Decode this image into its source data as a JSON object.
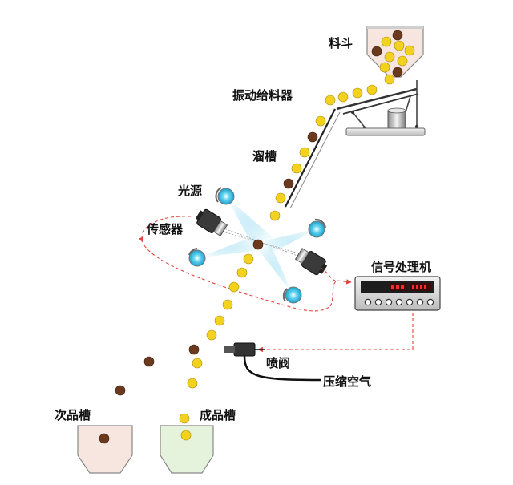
{
  "labels": {
    "hopper": "料斗",
    "feeder": "振动给料器",
    "chute": "溜槽",
    "light_source": "光源",
    "sensor": "传感器",
    "processor": "信号处理机",
    "valve": "喷阀",
    "compressed_air": "压缩空气",
    "reject_bin": "次品槽",
    "accept_bin": "成品槽"
  },
  "colors": {
    "good_item": "#F2D21E",
    "defect_item": "#6B3A1E",
    "signal_line": "#E0443C",
    "light_beam": "#8FD8EE",
    "reject_bin_fill": "#F7E6E0",
    "accept_bin_fill": "#E5F2DC",
    "hopper_fill": "#F7E6E0",
    "machine_dark": "#2B2B2B"
  },
  "icons": {
    "light_source": "light-emitter-icon",
    "sensor": "camera-sensor-icon",
    "processor": "control-box-icon",
    "valve": "air-nozzle-icon"
  }
}
